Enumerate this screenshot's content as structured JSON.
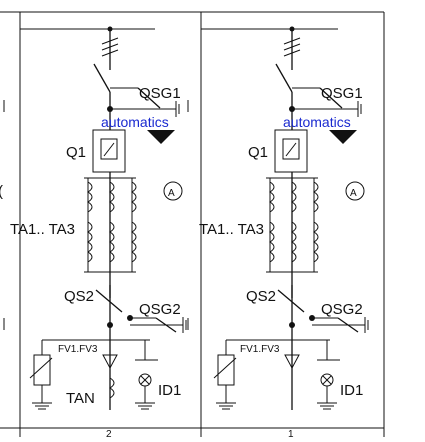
{
  "columns": [
    {
      "number": "2",
      "labels": {
        "earth_switch_top": "QSG1",
        "breaker": "Q1",
        "automation": "automatics",
        "ammeter": "A",
        "current_transformers": "TA1.. TA3",
        "disconnector": "QS2",
        "earth_switch_bottom": "QSG2",
        "fuses": "FV1.FV3",
        "voltage_transformer": "TAN",
        "indicator": "ID1"
      }
    },
    {
      "number": "1",
      "labels": {
        "earth_switch_top": "QSG1",
        "breaker": "Q1",
        "automation": "automatics",
        "ammeter": "A",
        "current_transformers": "TA1.. TA3",
        "disconnector": "QS2",
        "earth_switch_bottom": "QSG2",
        "fuses": "FV1.FV3",
        "indicator": "ID1"
      }
    }
  ]
}
